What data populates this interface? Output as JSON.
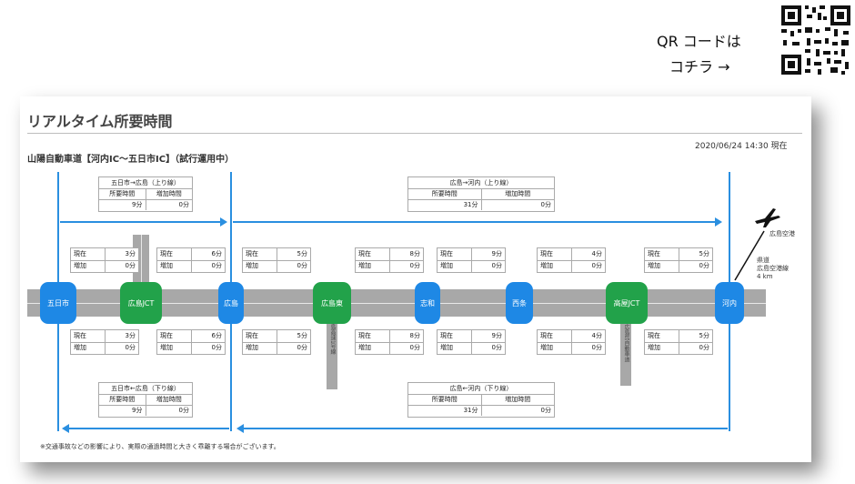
{
  "qr": {
    "line1": "QR コードは",
    "line2": "コチラ →"
  },
  "page": {
    "title": "リアルタイム所要時間",
    "subtitle": "山陽自動車道【河内IC～五日市IC】（試行運用中）",
    "timestamp": "2020/06/24 14:30 現在",
    "footnote": "※交通事故などの影響により、実際の通過時間と大きく乖離する場合がございます。"
  },
  "labels": {
    "current": "現在",
    "increase": "増加",
    "required": "所要時間",
    "added": "増加時間"
  },
  "nodes": [
    {
      "name": "五日市",
      "type": "ic"
    },
    {
      "name": "広島JCT",
      "type": "jct"
    },
    {
      "name": "広島",
      "type": "ic"
    },
    {
      "name": "広島東",
      "type": "jct"
    },
    {
      "name": "志和",
      "type": "ic"
    },
    {
      "name": "西条",
      "type": "ic"
    },
    {
      "name": "高屋JCT",
      "type": "jct"
    },
    {
      "name": "河内",
      "type": "ic"
    }
  ],
  "up_summary": [
    {
      "title": "五日市→広島（上り線）",
      "required": "9分",
      "added": "0分"
    },
    {
      "title": "広島→河内（上り線）",
      "required": "31分",
      "added": "0分"
    }
  ],
  "down_summary": [
    {
      "title": "五日市←広島（下り線）",
      "required": "9分",
      "added": "0分"
    },
    {
      "title": "広島←河内（下り線）",
      "required": "31分",
      "added": "0分"
    }
  ],
  "upper_segments": [
    {
      "current": "3分",
      "increase": "0分"
    },
    {
      "current": "6分",
      "increase": "0分"
    },
    {
      "current": "5分",
      "increase": "0分"
    },
    {
      "current": "8分",
      "increase": "0分"
    },
    {
      "current": "9分",
      "increase": "0分"
    },
    {
      "current": "4分",
      "increase": "0分"
    },
    {
      "current": "5分",
      "increase": "0分"
    }
  ],
  "lower_segments": [
    {
      "current": "3分",
      "increase": "0分"
    },
    {
      "current": "6分",
      "increase": "0分"
    },
    {
      "current": "5分",
      "increase": "0分"
    },
    {
      "current": "8分",
      "increase": "0分"
    },
    {
      "current": "9分",
      "increase": "0分"
    },
    {
      "current": "4分",
      "increase": "0分"
    },
    {
      "current": "5分",
      "increase": "0分"
    }
  ],
  "branches": {
    "hiroshima_higashi": "広島高速1号線",
    "takaya": "東広島呉自動車道"
  },
  "airport": {
    "name": "広島空港",
    "route_line1": "県道",
    "route_line2": "広島空港線",
    "route_line3": "4 km",
    "icon": "airplane-icon"
  },
  "colors": {
    "ic_node": "#1e88e5",
    "jct_node": "#22a24a",
    "arrow": "#2a8fe0",
    "road": "#a8a8a8"
  }
}
